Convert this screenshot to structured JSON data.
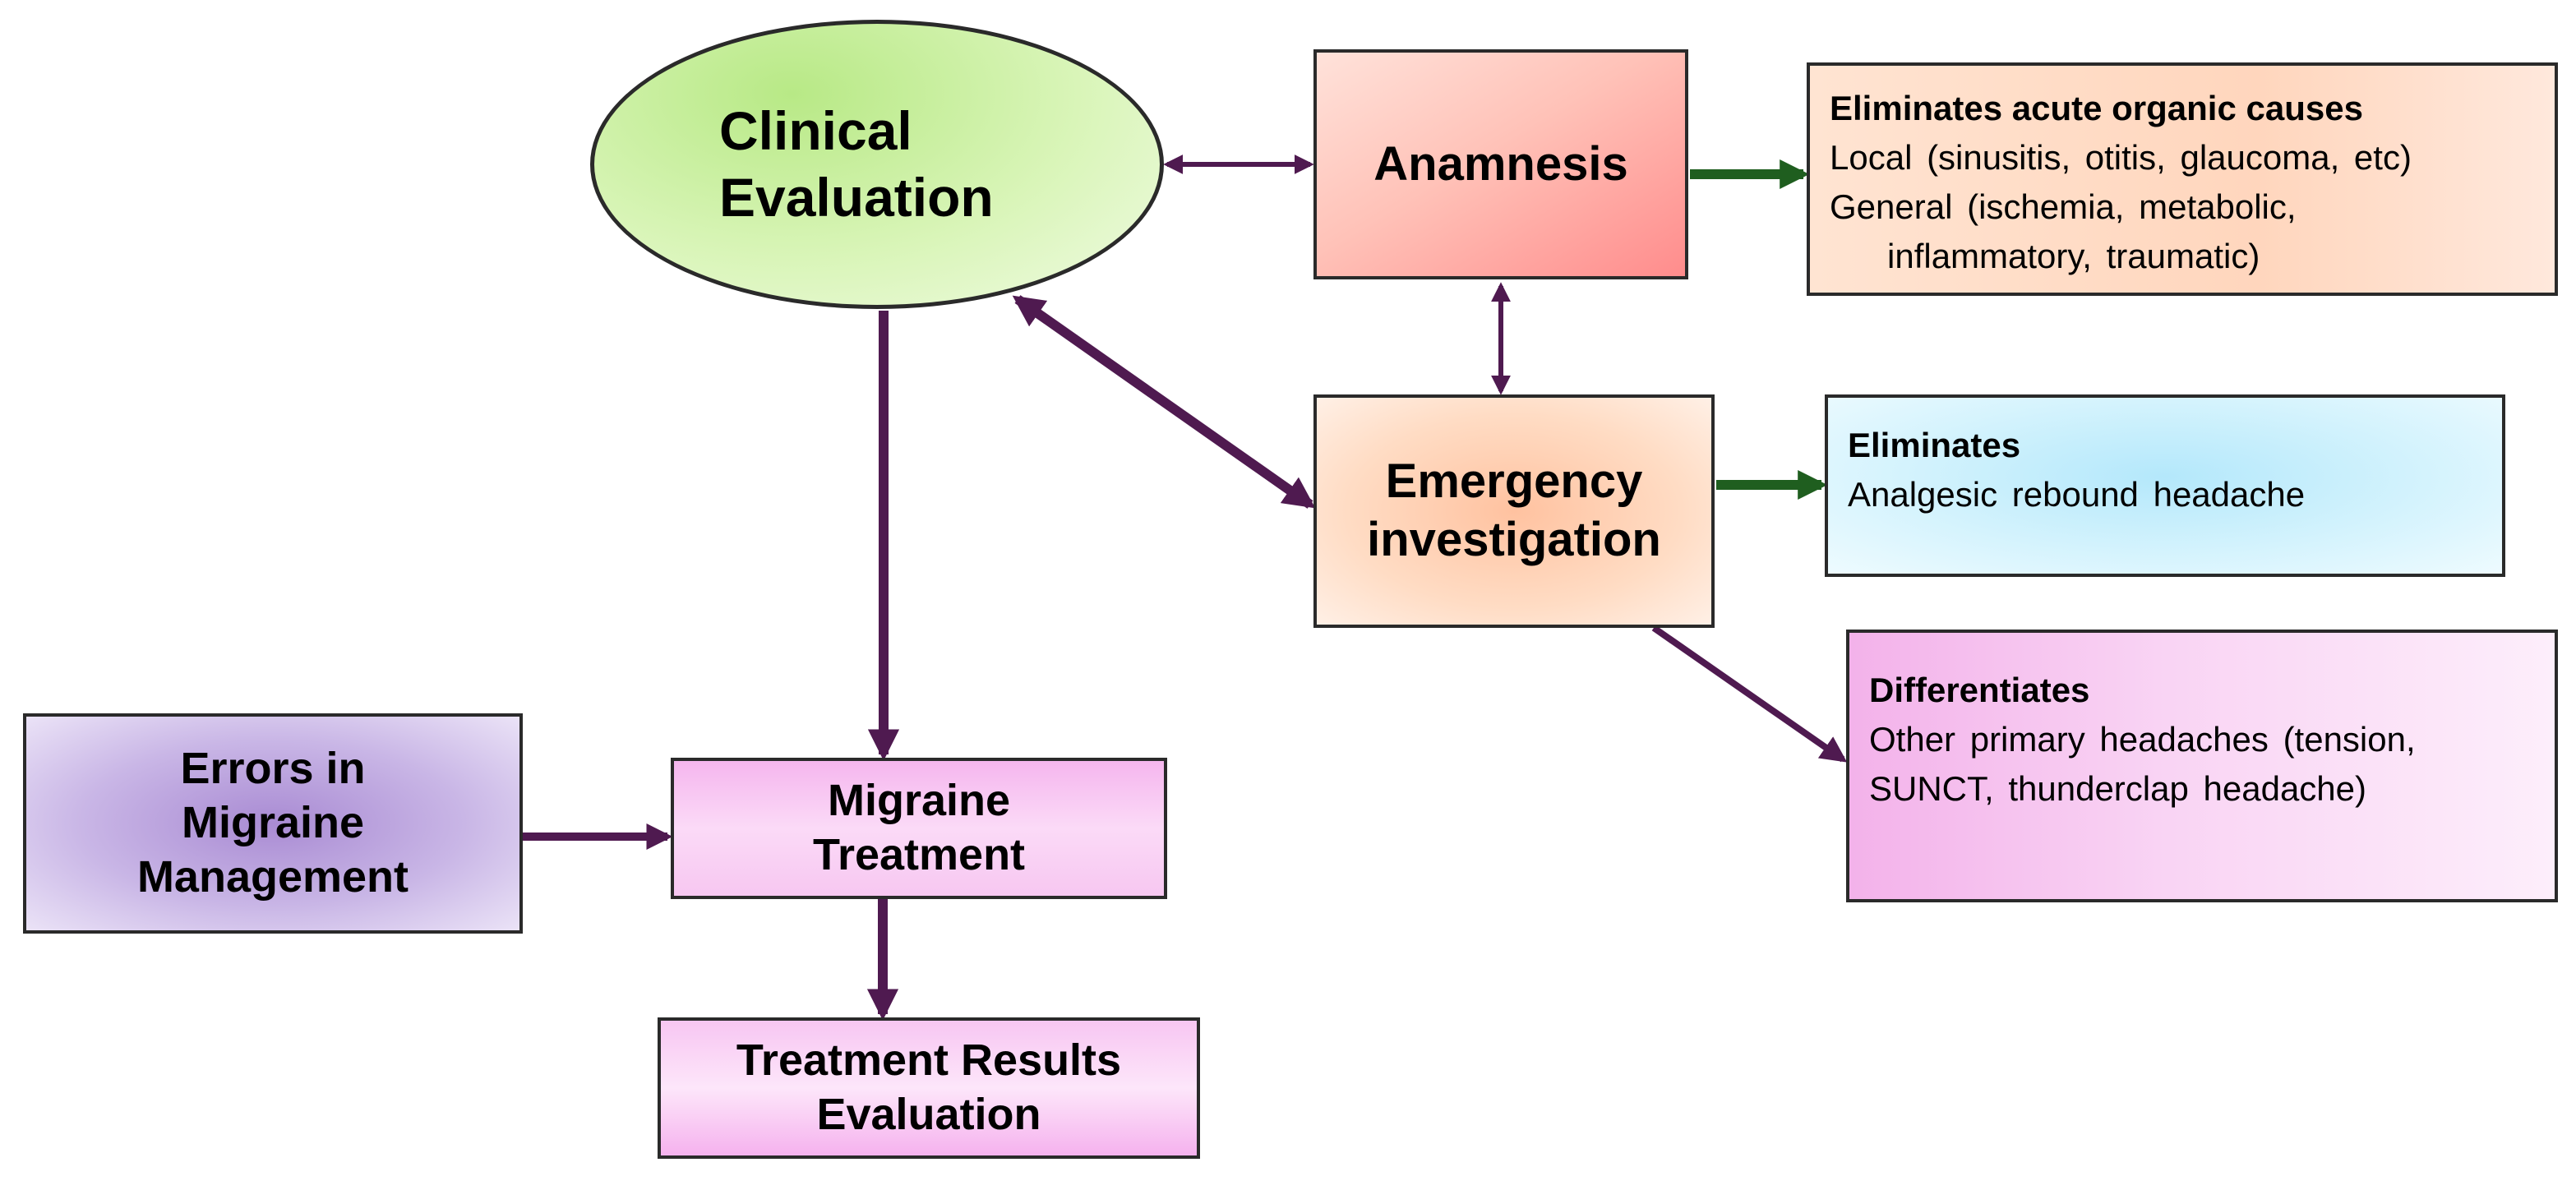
{
  "nodes": {
    "clinical_evaluation": [
      "Clinical",
      "Evaluation"
    ],
    "anamnesis": [
      "Anamnesis"
    ],
    "emergency_investigation": [
      "Emergency",
      "investigation"
    ],
    "errors_in_migraine_management": [
      "Errors in",
      "Migraine",
      "Management"
    ],
    "migraine_treatment": [
      "Migraine",
      "Treatment"
    ],
    "treatment_results_evaluation": [
      "Treatment Results",
      "Evaluation"
    ]
  },
  "info_boxes": {
    "eliminates_organic": {
      "heading": "Eliminates  acute organic causes",
      "lines": [
        "Local (sinusitis,  otitis,  glaucoma,  etc)",
        "General (ischemia,  metabolic,",
        "inflammatory,  traumatic)"
      ]
    },
    "eliminates_rebound": {
      "heading": "Eliminates",
      "lines": [
        "Analgesic  rebound  headache"
      ]
    },
    "differentiates": {
      "heading": "Differentiates",
      "lines": [
        "Other primary  headaches  (tension,",
        "SUNCT,  thunderclap  headache)"
      ]
    }
  },
  "colors": {
    "purple_arrow": "#4f1a50",
    "green_arrow": "#1f5e1f",
    "outline": "#2a2a2a"
  }
}
